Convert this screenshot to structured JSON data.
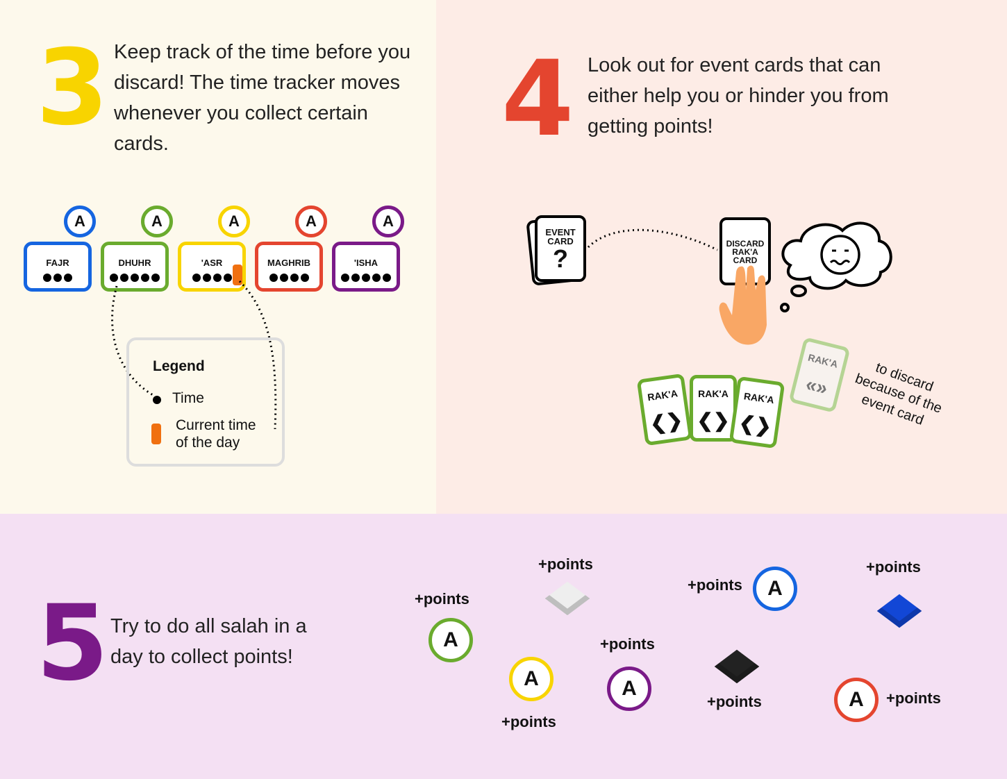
{
  "step3": {
    "number": "3",
    "text": "Keep track of the time before you discard! The time tracker moves whenever you collect certain cards.",
    "prayers": [
      {
        "name": "FAJR",
        "badge": "A",
        "color": "#1565e0",
        "dots": 3
      },
      {
        "name": "DHUHR",
        "badge": "A",
        "color": "#6aab2e",
        "dots": 5
      },
      {
        "name": "'ASR",
        "badge": "A",
        "color": "#f8d400",
        "dots": 4
      },
      {
        "name": "MAGHRIB",
        "badge": "A",
        "color": "#e4452f",
        "dots": 4
      },
      {
        "name": "'ISHA",
        "badge": "A",
        "color": "#7a1a88",
        "dots": 5
      }
    ],
    "legend": {
      "title": "Legend",
      "time": "Time",
      "current_line1": "Current time",
      "current_line2": "of the day"
    }
  },
  "step4": {
    "number": "4",
    "text": "Look out  for event cards that can either help you or hinder you from getting points!",
    "event_card": {
      "line1": "EVENT",
      "line2": "CARD",
      "symbol": "?"
    },
    "discard_card": {
      "line1": "DISCARD",
      "line2": "RAK'A",
      "line3": "CARD"
    },
    "raka_label": "RAK'A",
    "faded_label": "RAK'A",
    "note": [
      "to discard",
      "because of the",
      "event card"
    ]
  },
  "step5": {
    "number": "5",
    "text": "Try to do all salah in a day to collect points!",
    "points_label": "+points",
    "badge": "A"
  }
}
